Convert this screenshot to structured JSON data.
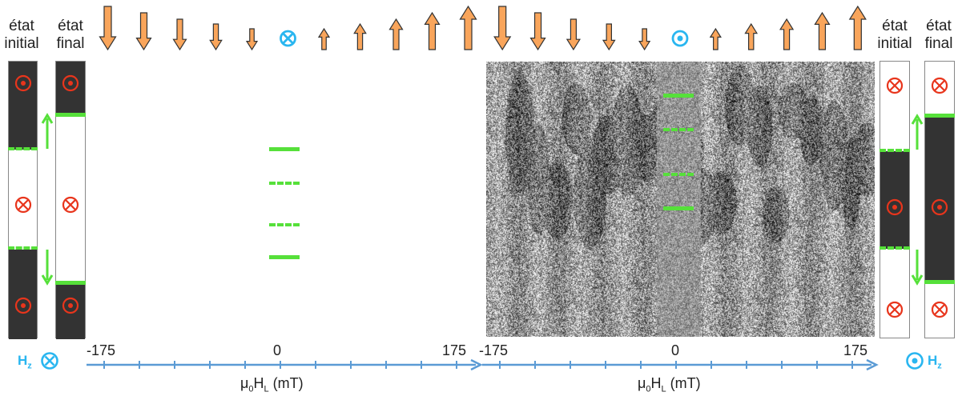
{
  "left_states": {
    "initial_label": "état\ninitial",
    "final_label": "état\nfinal"
  },
  "right_states": {
    "initial_label": "état\ninitial",
    "final_label": "état\nfinal"
  },
  "hz_left": {
    "label": "H",
    "sub": "z",
    "symbol": "into-page-cross-icon",
    "color": "#29b6f0"
  },
  "hz_right": {
    "label": "H",
    "sub": "z",
    "symbol": "out-of-page-dot-icon",
    "color": "#29b6f0"
  },
  "axis_left": {
    "min_label": "-175",
    "zero_label": "0",
    "max_label": "175",
    "title": "μ",
    "title_sub": "0",
    "title_rest": "H",
    "title_rest_sub": "L",
    "title_unit": " (mT)"
  },
  "axis_right": {
    "min_label": "-175",
    "zero_label": "0",
    "max_label": "175",
    "title": "μ",
    "title_sub": "0",
    "title_rest": "H",
    "title_rest_sub": "L",
    "title_unit": " (mT)"
  },
  "colors": {
    "arrow_fill": "#f9a55b",
    "arrow_stroke": "#333333",
    "green": "#56e03a",
    "axis_blue": "#5b9bd5",
    "red": "#e8351c",
    "cyan": "#29b6f0"
  },
  "field_arrows_left": [
    -1,
    -0.8,
    -0.6,
    -0.45,
    -0.3,
    0,
    0.3,
    0.45,
    0.6,
    0.8,
    1
  ],
  "field_arrows_right": [
    -1,
    -0.8,
    -0.6,
    -0.45,
    -0.3,
    0,
    0.3,
    0.45,
    0.6,
    0.8,
    1
  ]
}
